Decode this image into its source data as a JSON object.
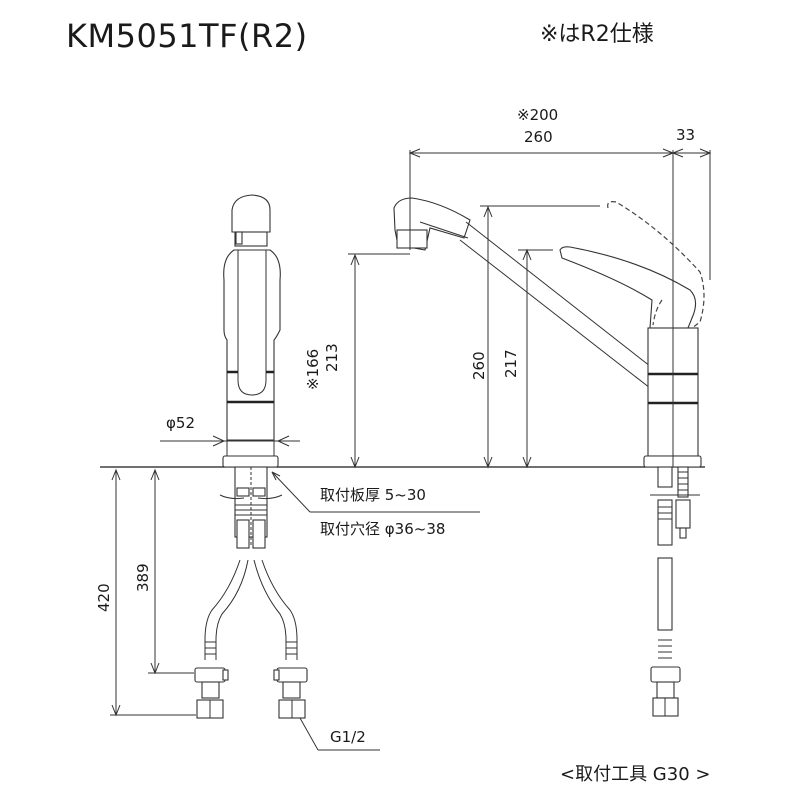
{
  "header": {
    "model": "KM5051TF(R2)",
    "spec_note": "※はR2仕様"
  },
  "dimensions": {
    "spout_reach_r2": "※200",
    "spout_reach": "260",
    "handle_offset": "33",
    "spout_height_r2": "※166",
    "spout_height": "213",
    "total_height": "260",
    "handle_height": "217",
    "body_diameter": "φ52",
    "hose_length_total": "420",
    "hose_length_nut": "389"
  },
  "annotations": {
    "plate_thickness": "取付板厚 5~30",
    "hole_diameter": "取付穴径 φ36~38",
    "connection_thread": "G1/2",
    "installation_tool": "<取付工具 G30 >"
  },
  "colors": {
    "line": "#1a1a1a",
    "background": "#ffffff"
  }
}
